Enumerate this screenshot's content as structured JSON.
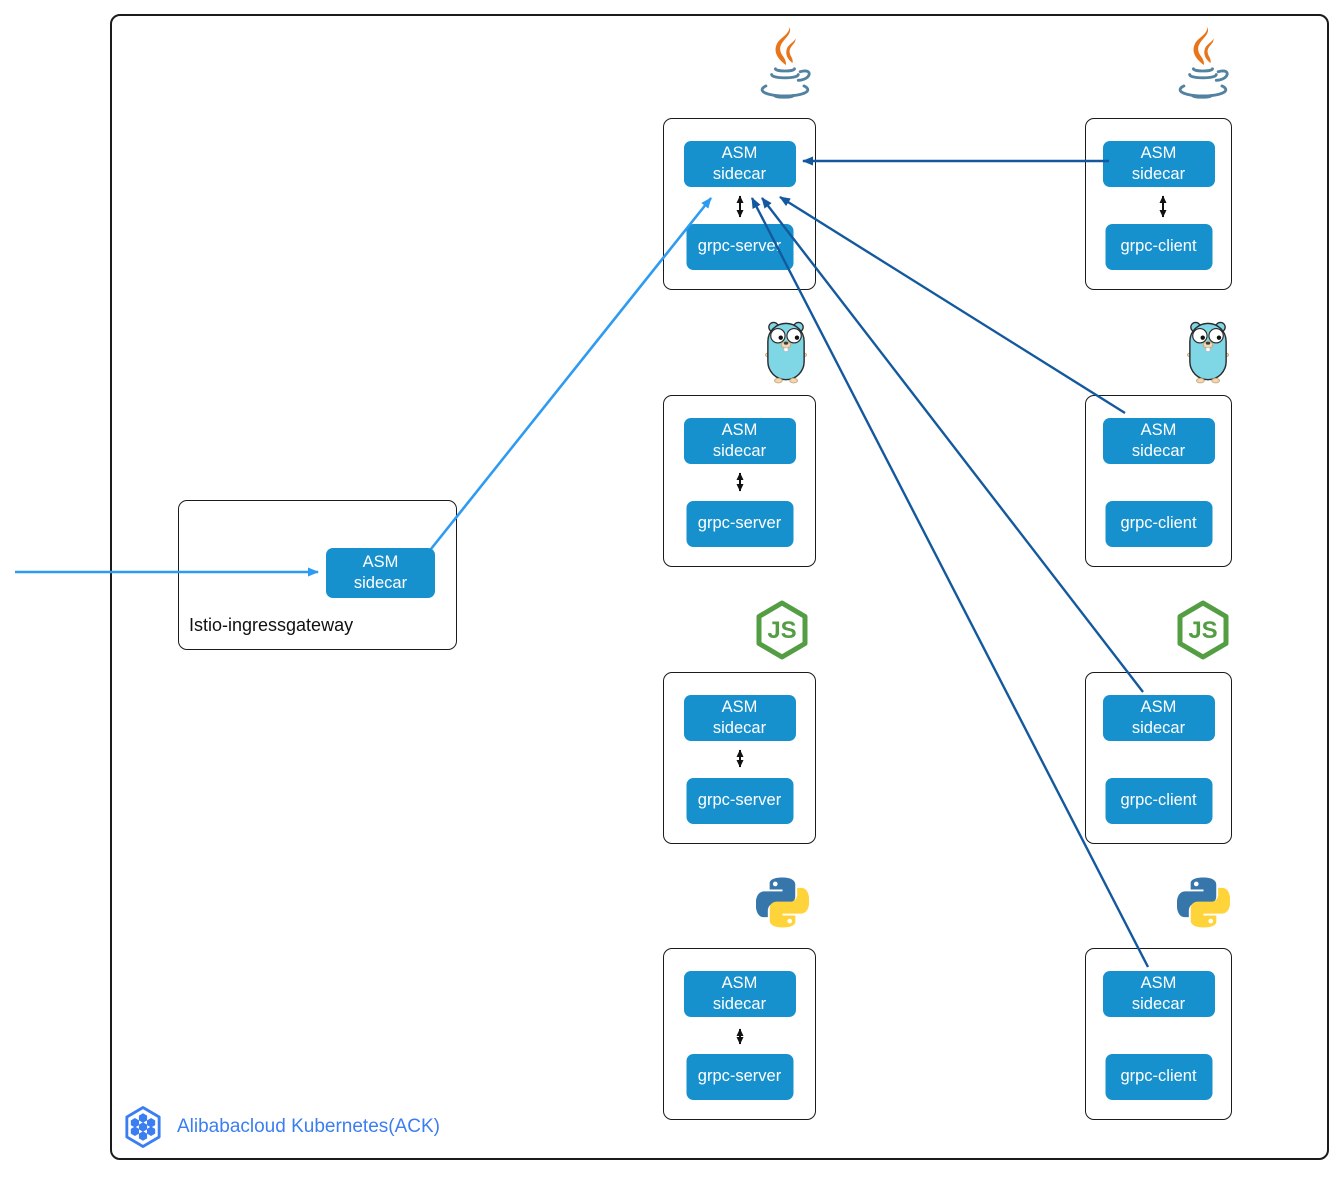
{
  "diagram": {
    "gateway": {
      "label": "Istio-ingressgateway",
      "sidecar_line1": "ASM",
      "sidecar_line2": "sidecar",
      "icon": "none"
    },
    "services": [
      {
        "id": "java-server",
        "language": "Java",
        "icon": "java-icon",
        "sidecar_line1": "ASM",
        "sidecar_line2": "sidecar",
        "app_label": "grpc-server"
      },
      {
        "id": "go-server",
        "language": "Go",
        "icon": "gopher-icon",
        "sidecar_line1": "ASM",
        "sidecar_line2": "sidecar",
        "app_label": "grpc-server"
      },
      {
        "id": "nodejs-server",
        "language": "Node.js",
        "icon": "nodejs-icon",
        "sidecar_line1": "ASM",
        "sidecar_line2": "sidecar",
        "app_label": "grpc-server"
      },
      {
        "id": "python-server",
        "language": "Python",
        "icon": "python-icon",
        "sidecar_line1": "ASM",
        "sidecar_line2": "sidecar",
        "app_label": "grpc-server"
      },
      {
        "id": "java-client",
        "language": "Java",
        "icon": "java-icon",
        "sidecar_line1": "ASM",
        "sidecar_line2": "sidecar",
        "app_label": "grpc-client"
      },
      {
        "id": "go-client",
        "language": "Go",
        "icon": "gopher-icon",
        "sidecar_line1": "ASM",
        "sidecar_line2": "sidecar",
        "app_label": "grpc-client"
      },
      {
        "id": "nodejs-client",
        "language": "Node.js",
        "icon": "nodejs-icon",
        "sidecar_line1": "ASM",
        "sidecar_line2": "sidecar",
        "app_label": "grpc-client"
      },
      {
        "id": "python-client",
        "language": "Python",
        "icon": "python-icon",
        "sidecar_line1": "ASM",
        "sidecar_line2": "sidecar",
        "app_label": "grpc-client"
      }
    ],
    "footer": {
      "label": "Alibabacloud Kubernetes(ACK)",
      "icon": "ack-hexagon-icon"
    },
    "colors": {
      "button_blue": "#1791CE",
      "arrow_light": "#2E9BF3",
      "arrow_dark": "#14599E",
      "ack_blue": "#3B7EF2"
    }
  }
}
